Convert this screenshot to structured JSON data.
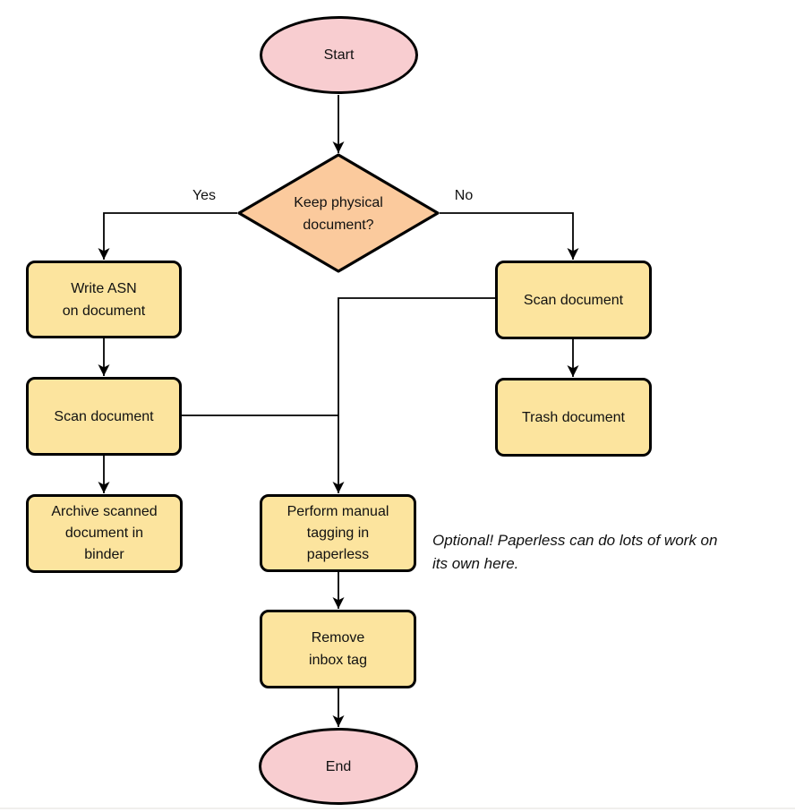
{
  "diagram": {
    "type": "flowchart",
    "nodes": [
      {
        "id": "start",
        "shape": "terminator",
        "label": "Start"
      },
      {
        "id": "decision",
        "shape": "decision",
        "label": "Keep physical\ndocument?"
      },
      {
        "id": "write-asn",
        "shape": "process",
        "label": "Write ASN\non document"
      },
      {
        "id": "scan-left",
        "shape": "process",
        "label": "Scan document"
      },
      {
        "id": "archive",
        "shape": "process",
        "label": "Archive scanned\ndocument in\nbinder"
      },
      {
        "id": "scan-right",
        "shape": "process",
        "label": "Scan document"
      },
      {
        "id": "trash",
        "shape": "process",
        "label": "Trash document"
      },
      {
        "id": "tagging",
        "shape": "process",
        "label": "Perform manual\ntagging in\npaperless"
      },
      {
        "id": "remove-inbox",
        "shape": "process",
        "label": "Remove\ninbox tag"
      },
      {
        "id": "end",
        "shape": "terminator",
        "label": "End"
      }
    ],
    "edges": [
      {
        "from": "start",
        "to": "decision"
      },
      {
        "from": "decision",
        "to": "write-asn",
        "label": "Yes"
      },
      {
        "from": "decision",
        "to": "scan-right",
        "label": "No"
      },
      {
        "from": "write-asn",
        "to": "scan-left"
      },
      {
        "from": "scan-left",
        "to": "archive"
      },
      {
        "from": "scan-right",
        "to": "trash"
      },
      {
        "from": "scan-right",
        "to": "tagging"
      },
      {
        "from": "scan-left",
        "to": "tagging"
      },
      {
        "from": "tagging",
        "to": "remove-inbox"
      },
      {
        "from": "remove-inbox",
        "to": "end"
      }
    ],
    "edge_labels": {
      "yes": "Yes",
      "no": "No"
    },
    "annotation": "Optional! Paperless can do lots of work on\nits own here.",
    "colors": {
      "terminator_fill": "#f8cdd0",
      "decision_fill": "#fbca9d",
      "process_fill": "#fce49e",
      "stroke": "#000000",
      "background": "#ffffff"
    }
  }
}
